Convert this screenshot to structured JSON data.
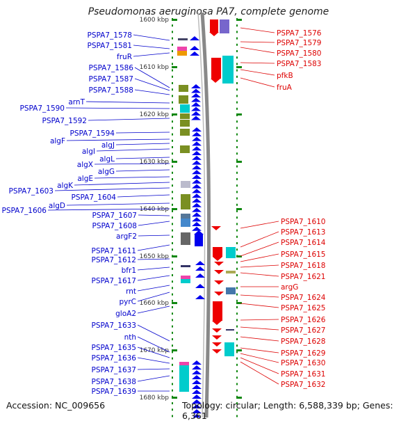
{
  "title": "Pseudomonas aeruginosa PA7, complete genome",
  "footer": {
    "accession": "Accession: NC_009656",
    "topology": "Topology: circular; Length: 6,588,339 bp; Genes: 6,361"
  },
  "colors": {
    "left_label": "#0000cc",
    "right_label": "#dd0000",
    "left_arrow": "#0000ee",
    "right_arrow": "#ee0000",
    "tick": "#118811",
    "backbone": "#888888"
  },
  "kbp_markers": [
    "1600 kbp",
    "1610 kbp",
    "1620 kbp",
    "1630 kbp",
    "1640 kbp",
    "1650 kbp",
    "1660 kbp",
    "1670 kbp",
    "1680 kbp"
  ],
  "left_genes": [
    "PSPA7_1578",
    "PSPA7_1581",
    "fruR",
    "PSPA7_1586",
    "PSPA7_1587",
    "PSPA7_1588",
    "arnT",
    "PSPA7_1590",
    "PSPA7_1592",
    "PSPA7_1594",
    "algF",
    "algJ",
    "algI",
    "algL",
    "algX",
    "algG",
    "algE",
    "PSPA7_1603",
    "algK",
    "PSPA7_1604",
    "algD",
    "PSPA7_1606",
    "PSPA7_1607",
    "PSPA7_1608",
    "argF2",
    "PSPA7_1611",
    "PSPA7_1612",
    "bfr1",
    "PSPA7_1617",
    "rnt",
    "pyrC",
    "gloA2",
    "PSPA7_1633",
    "nth",
    "PSPA7_1635",
    "PSPA7_1636",
    "PSPA7_1637",
    "PSPA7_1638",
    "PSPA7_1639"
  ],
  "right_genes": [
    "PSPA7_1576",
    "PSPA7_1579",
    "PSPA7_1580",
    "PSPA7_1583",
    "pfkB",
    "fruA",
    "PSPA7_1610",
    "PSPA7_1613",
    "PSPA7_1614",
    "PSPA7_1615",
    "PSPA7_1618",
    "PSPA7_1621",
    "argG",
    "PSPA7_1624",
    "PSPA7_1625",
    "PSPA7_1626",
    "PSPA7_1627",
    "PSPA7_1628",
    "PSPA7_1629",
    "PSPA7_1630",
    "PSPA7_1631",
    "PSPA7_1632"
  ]
}
